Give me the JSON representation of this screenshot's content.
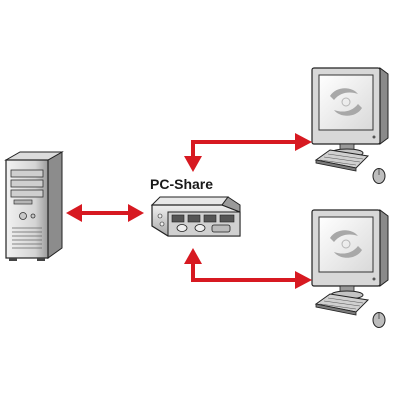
{
  "diagram": {
    "hub_label": "PC-Share",
    "nodes": [
      {
        "id": "computer",
        "icon": "tower-pc-icon"
      },
      {
        "id": "hub",
        "icon": "kvm-switch-icon"
      },
      {
        "id": "workstation-1",
        "icon": "monitor-keyboard-mouse-icon"
      },
      {
        "id": "workstation-2",
        "icon": "monitor-keyboard-mouse-icon"
      }
    ],
    "links": [
      {
        "from": "computer",
        "to": "hub",
        "direction": "both"
      },
      {
        "from": "hub",
        "to": "workstation-1",
        "direction": "both"
      },
      {
        "from": "hub",
        "to": "workstation-2",
        "direction": "both"
      }
    ],
    "colors": {
      "arrow": "#d71921",
      "outline": "#222222",
      "body_light": "#e6e6e6",
      "body_mid": "#bdbdbd",
      "body_dark": "#7a7a7a"
    }
  }
}
